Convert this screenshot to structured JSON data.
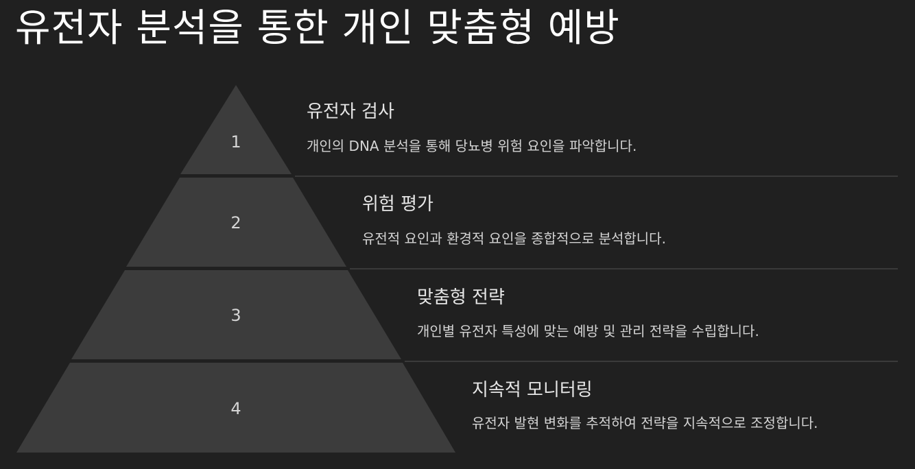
{
  "title": "유전자 분석을 통한 개인 맞춤형 예방",
  "colors": {
    "background": "#202020",
    "tier_fill": "#3c3c3c",
    "divider": "#555555",
    "title_text": "#ffffff",
    "body_text": "#d4d4d4"
  },
  "steps": [
    {
      "number": "1",
      "heading": "유전자 검사",
      "description": "개인의 DNA 분석을 통해 당뇨병 위험 요인을 파악합니다."
    },
    {
      "number": "2",
      "heading": "위험 평가",
      "description": "유전적 요인과 환경적 요인을 종합적으로 분석합니다."
    },
    {
      "number": "3",
      "heading": "맞춤형 전략",
      "description": "개인별 유전자 특성에 맞는 예방 및 관리 전략을 수립합니다."
    },
    {
      "number": "4",
      "heading": "지속적 모니터링",
      "description": "유전자 발현 변화를 추적하여 전략을 지속적으로 조정합니다."
    }
  ]
}
